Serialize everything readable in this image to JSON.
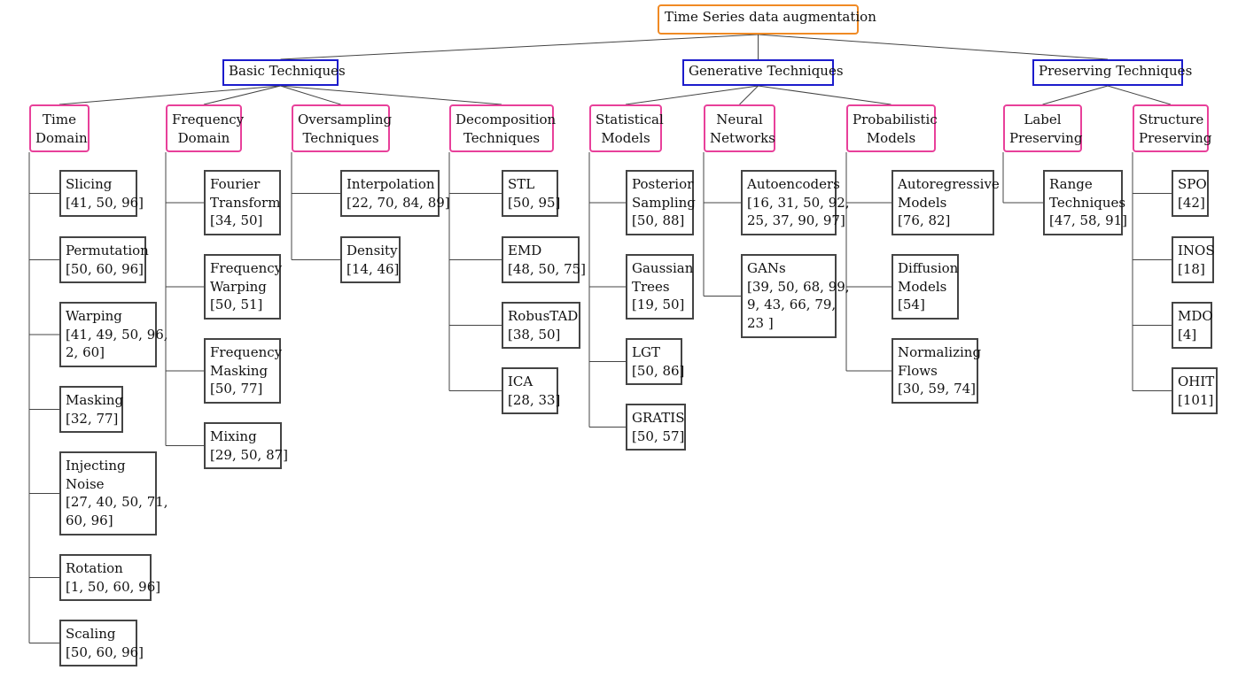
{
  "root": {
    "label": "Time Series data augmentation"
  },
  "categories": [
    {
      "label": "Basic Techniques"
    },
    {
      "label": "Generative Techniques"
    },
    {
      "label": "Preserving Techniques"
    }
  ],
  "subcategories": [
    {
      "lines": [
        "Time",
        "Domain"
      ],
      "leaves": [
        {
          "lines": [
            "Slicing",
            "[41, 50, 96]"
          ]
        },
        {
          "lines": [
            "Permutation",
            "[50, 60, 96]"
          ]
        },
        {
          "lines": [
            "Warping",
            "[41, 49, 50, 96,",
            " 2, 60]"
          ]
        },
        {
          "lines": [
            "Masking",
            "[32, 77]"
          ]
        },
        {
          "lines": [
            "Injecting",
            "Noise",
            "[27, 40, 50, 71,",
            " 60, 96]"
          ]
        },
        {
          "lines": [
            "Rotation",
            "[1, 50, 60, 96]"
          ]
        },
        {
          "lines": [
            "Scaling",
            "[50, 60, 96]"
          ]
        }
      ]
    },
    {
      "lines": [
        "Frequency",
        "Domain"
      ],
      "leaves": [
        {
          "lines": [
            "Fourier",
            "Transform",
            "[34, 50]"
          ]
        },
        {
          "lines": [
            "Frequency",
            "Warping",
            "[50, 51]"
          ]
        },
        {
          "lines": [
            "Frequency",
            "Masking",
            "[50, 77]"
          ]
        },
        {
          "lines": [
            "Mixing",
            "[29, 50, 87]"
          ]
        }
      ]
    },
    {
      "lines": [
        "Oversampling",
        "Techniques"
      ],
      "leaves": [
        {
          "lines": [
            "Interpolation",
            "[22, 70, 84, 89]"
          ]
        },
        {
          "lines": [
            "Density",
            "[14, 46]"
          ]
        }
      ]
    },
    {
      "lines": [
        "Decomposition",
        "Techniques"
      ],
      "leaves": [
        {
          "lines": [
            "STL",
            "[50, 95]"
          ]
        },
        {
          "lines": [
            "EMD",
            "[48, 50, 75]"
          ]
        },
        {
          "lines": [
            "RobusTAD",
            "[38, 50]"
          ]
        },
        {
          "lines": [
            "ICA",
            "[28, 33]"
          ]
        }
      ]
    },
    {
      "lines": [
        "Statistical",
        "Models"
      ],
      "leaves": [
        {
          "lines": [
            "Posterior",
            "Sampling",
            "[50, 88]"
          ]
        },
        {
          "lines": [
            "Gaussian",
            "Trees",
            "[19, 50]"
          ]
        },
        {
          "lines": [
            "LGT",
            "[50, 86]"
          ]
        },
        {
          "lines": [
            "GRATIS",
            "[50, 57]"
          ]
        }
      ]
    },
    {
      "lines": [
        "Neural",
        "Networks"
      ],
      "leaves": [
        {
          "lines": [
            "Autoencoders",
            "[16, 31, 50, 92,",
            "25, 37, 90, 97]"
          ]
        },
        {
          "lines": [
            "GANs",
            "[39, 50, 68, 99,",
            "9, 43, 66, 79,",
            "23 ]"
          ]
        }
      ]
    },
    {
      "lines": [
        "Probabilistic",
        "Models"
      ],
      "leaves": [
        {
          "lines": [
            "Autoregressive",
            "Models",
            "[76, 82]"
          ]
        },
        {
          "lines": [
            "Diffusion",
            "Models",
            "[54]"
          ]
        },
        {
          "lines": [
            "Normalizing",
            "Flows",
            "[30, 59, 74]"
          ]
        }
      ]
    },
    {
      "lines": [
        "Label",
        "Preserving"
      ],
      "leaves": [
        {
          "lines": [
            "Range",
            "Techniques",
            "[47, 58, 91]"
          ]
        }
      ]
    },
    {
      "lines": [
        "Structure",
        "Preserving"
      ],
      "leaves": [
        {
          "lines": [
            "SPO",
            "[42]"
          ]
        },
        {
          "lines": [
            "INOS",
            "[18]"
          ]
        },
        {
          "lines": [
            "MDO",
            "[4]"
          ]
        },
        {
          "lines": [
            "OHIT",
            "[101]"
          ]
        }
      ]
    }
  ],
  "colors": {
    "root_border": "#f08a24",
    "category_border": "#1c1ccc",
    "subcategory_border": "#e8409a",
    "leaf_border": "#444444",
    "edge": "#444444"
  }
}
